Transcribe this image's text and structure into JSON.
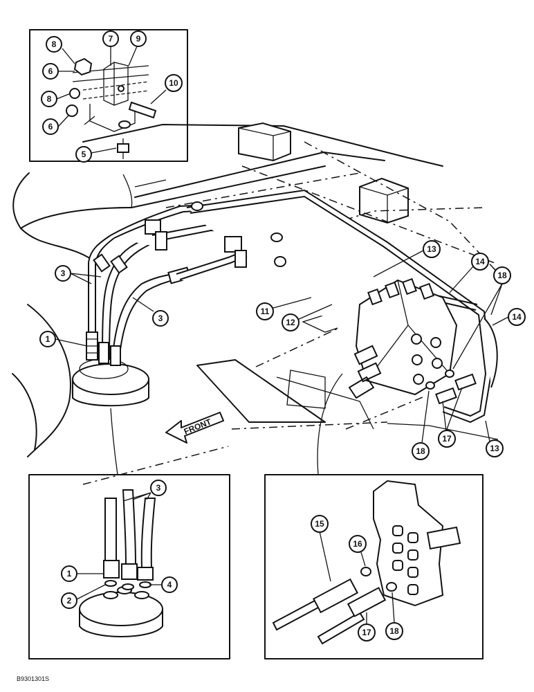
{
  "drawing_code": "B9301301S",
  "front_label": "FRONT",
  "callouts": {
    "c1": "1",
    "c2": "2",
    "c3": "3",
    "c4": "4",
    "c5": "5",
    "c6": "6",
    "c7": "7",
    "c8": "8",
    "c9": "9",
    "c10": "10",
    "c11": "11",
    "c12": "12",
    "c13": "13",
    "c14": "14",
    "c15": "15",
    "c16": "16",
    "c17": "17",
    "c18": "18"
  }
}
